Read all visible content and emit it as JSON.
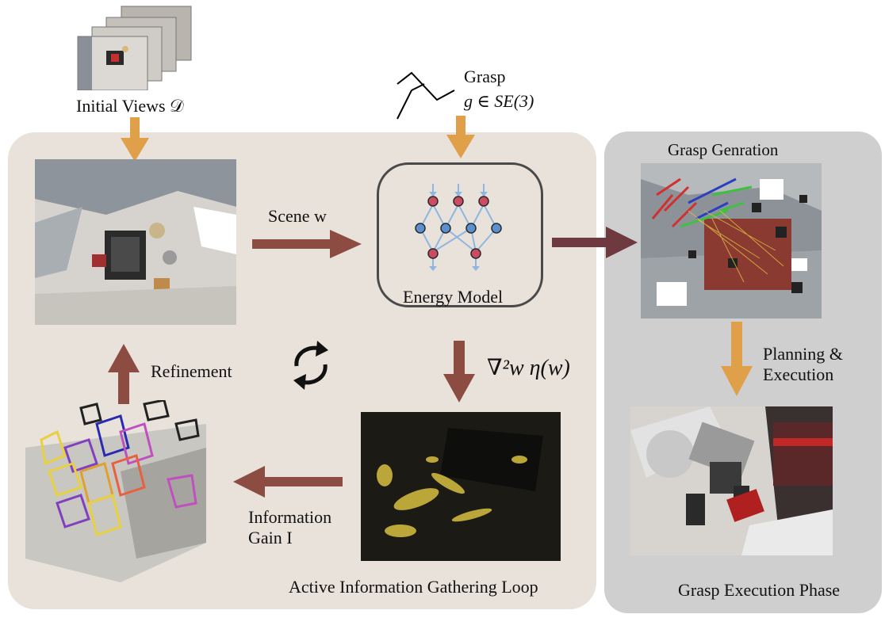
{
  "labels": {
    "initial_views": "Initial Views 𝒟",
    "grasp_line1": "Grasp",
    "grasp_line2": "g ∈ SE(3)",
    "scene": "Scene w",
    "energy_model": "Energy Model",
    "hessian": "∇²w η(w)",
    "refinement": "Refinement",
    "information_line1": "Information",
    "information_line2": "Gain I",
    "active_loop": "Active Information Gathering Loop",
    "grasp_generation": "Grasp Genration",
    "planning_line1": "Planning &",
    "planning_line2": "Execution",
    "execution_phase": "Grasp Execution Phase"
  },
  "colors": {
    "left_panel": "#e8e2db",
    "right_panel": "#cfcfcf",
    "orange_arrow": "#e0a04a",
    "brown_arrow": "#8c4c42",
    "dark_brown_arrow": "#6e3a40",
    "node_red": "#cc4a62",
    "node_blue": "#5a8fd0",
    "edge_blue": "#8fb6e0"
  }
}
